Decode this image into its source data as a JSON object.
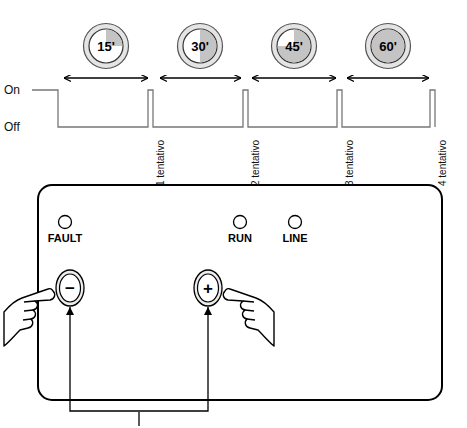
{
  "diagram": {
    "nodes": [
      {
        "text": [
          "15'"
        ]
      },
      {
        "text": [
          "30'"
        ]
      },
      {
        "text": [
          "45'"
        ]
      },
      {
        "text": [
          "60'"
        ]
      },
      {
        "text": [
          "FAULT"
        ]
      },
      {
        "text": [
          "RUN"
        ]
      },
      {
        "text": [
          "LINE"
        ]
      },
      {
        "text": [
          "−"
        ]
      },
      {
        "text": [
          "+"
        ]
      }
    ],
    "edges": [
      {
        "from": 7,
        "to": 8,
        "arrow": "both"
      }
    ],
    "labels": [
      "On",
      "Off",
      "1 tentativo",
      "2 tentativo",
      "3 tentativo",
      "4 tentativo"
    ]
  }
}
